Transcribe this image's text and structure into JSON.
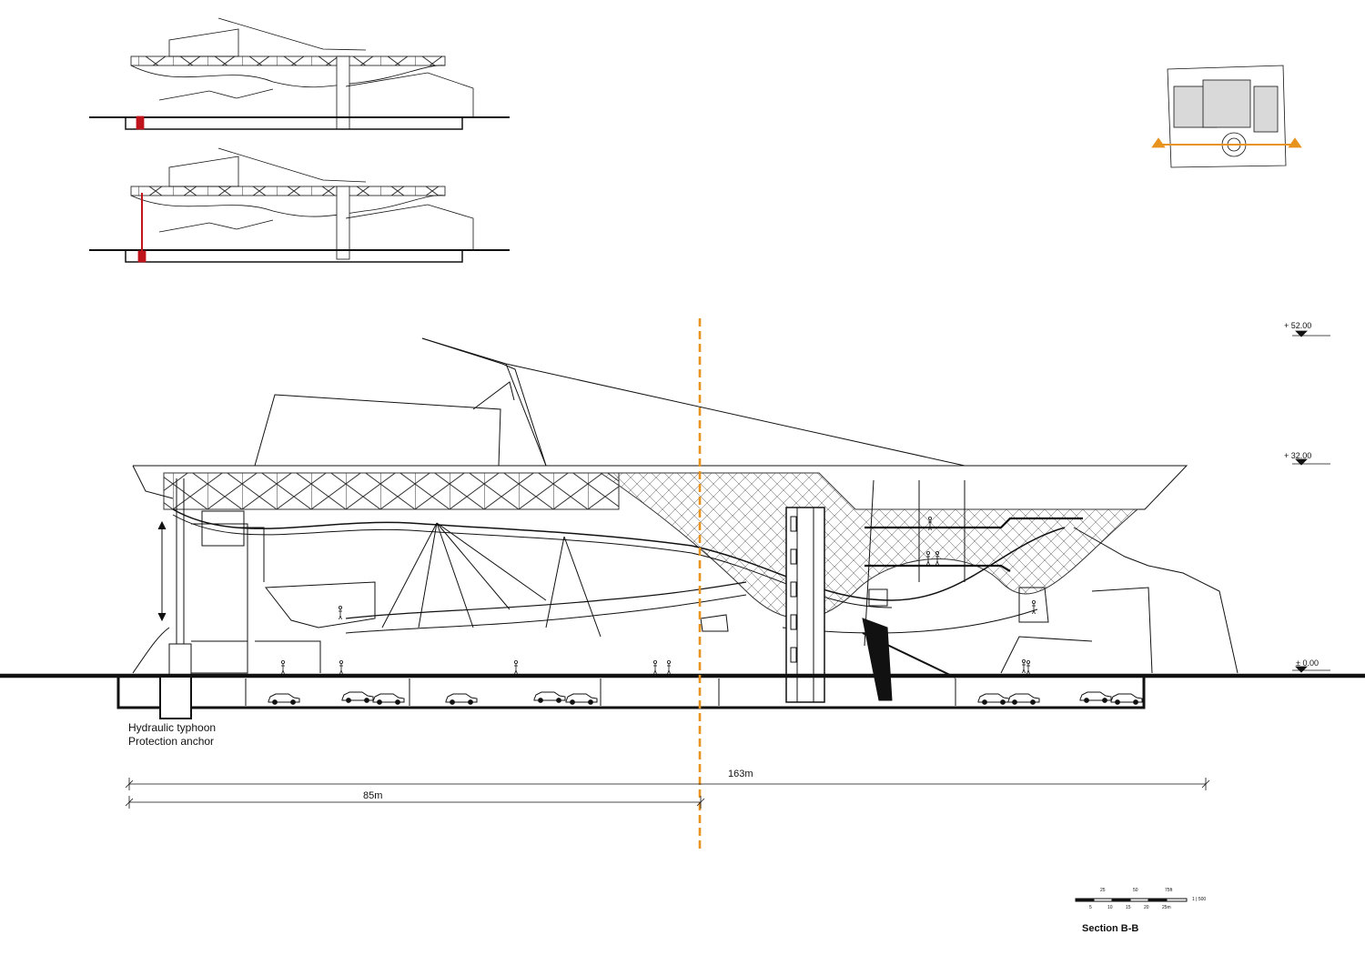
{
  "levels": {
    "top": "+ 52.00",
    "roof": "+ 32.00",
    "ground": "± 0.00"
  },
  "annotations": {
    "anchor_line1": "Hydraulic typhoon",
    "anchor_line2": "Protection anchor"
  },
  "dimensions": {
    "overall": "163m",
    "partial": "85m"
  },
  "title": "Section B-B",
  "scale_bar": {
    "top_ticks": [
      "25",
      "50",
      "75ft"
    ],
    "bottom_ticks": [
      "5",
      "10",
      "15",
      "20",
      "25m"
    ],
    "ratio": "1 | 500"
  },
  "colors": {
    "section_cut": "#E8931E",
    "anchor_highlight": "#C0141C",
    "line": "#111111",
    "plan_fill": "#D9D9D9"
  }
}
